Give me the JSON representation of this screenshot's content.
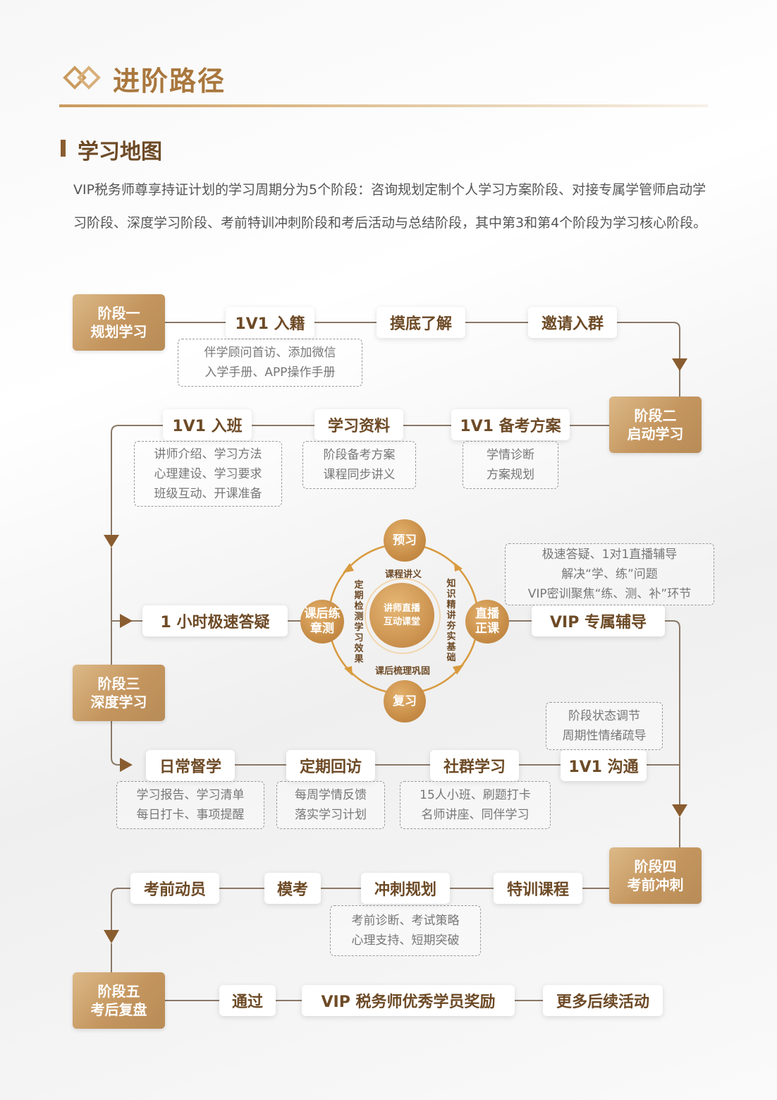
{
  "header": {
    "title": "进阶路径"
  },
  "section": {
    "title": "学习地图",
    "intro": "VIP税务师尊享持证计划的学习周期分为5个阶段：咨询规划定制个人学习方案阶段、对接专属学管师启动学习阶段、深度学习阶段、考前特训冲刺阶段和考后活动与总结阶段，其中第3和第4个阶段为学习核心阶段。"
  },
  "stages": {
    "s1": {
      "line1": "阶段一",
      "line2": "规划学习"
    },
    "s2": {
      "line1": "阶段二",
      "line2": "启动学习"
    },
    "s3": {
      "line1": "阶段三",
      "line2": "深度学习"
    },
    "s4": {
      "line1": "阶段四",
      "line2": "考前冲刺"
    },
    "s5": {
      "line1": "阶段五",
      "line2": "考后复盘"
    }
  },
  "row1": {
    "p1": "1V1 入籍",
    "p2": "摸底了解",
    "p3": "邀请入群",
    "note1": [
      "伴学顾问首访、添加微信",
      "入学手册、APP操作手册"
    ]
  },
  "row2": {
    "p1": "1V1 入班",
    "p2": "学习资料",
    "p3": "1V1 备考方案",
    "note1": [
      "讲师介绍、学习方法",
      "心理建设、学习要求",
      "班级互动、开课准备"
    ],
    "note2": [
      "阶段备考方案",
      "课程同步讲义"
    ],
    "note3": [
      "学情诊断",
      "方案规划"
    ]
  },
  "cycle": {
    "top": "预习",
    "bottom": "复习",
    "left": [
      "课后练",
      "章测"
    ],
    "right": [
      "直播",
      "正课"
    ],
    "center": [
      "讲师直播",
      "互动课堂"
    ],
    "label_top": "课程讲义",
    "label_bottom": "课后梳理巩固",
    "label_left": "定期检测学习效果",
    "label_right": "知识精讲夯实基础"
  },
  "row3": {
    "left_pill": "1 小时极速答疑",
    "right_pill": "VIP 专属辅导",
    "note_right": [
      "极速答疑、1对1直播辅导",
      "解决“学、练”问题",
      "VIP密训聚焦“练、测、补”环节"
    ]
  },
  "row4": {
    "p1": "日常督学",
    "p2": "定期回访",
    "p3": "社群学习",
    "p4": "1V1 沟通",
    "note1": [
      "学习报告、学习清单",
      "每日打卡、事项提醒"
    ],
    "note2": [
      "每周学情反馈",
      "落实学习计划"
    ],
    "note3": [
      "15人小班、刷题打卡",
      "名师讲座、同伴学习"
    ],
    "note4": [
      "阶段状态调节",
      "周期性情绪疏导"
    ]
  },
  "row5": {
    "p1": "考前动员",
    "p2": "模考",
    "p3": "冲刺规划",
    "p4": "特训课程",
    "note1": [
      "考前诊断、考试策略",
      "心理支持、短期突破"
    ]
  },
  "row6": {
    "p1": "通过",
    "p2": "VIP 税务师优秀学员奖励",
    "p3": "更多后续活动"
  },
  "colors": {
    "brand": "#a9773d",
    "stage_gradient_start": "#dcb987",
    "stage_gradient_end": "#b88c57",
    "line": "#8a7866",
    "pill_text": "#6d4a26",
    "cycle_ring": "#d89a3e"
  }
}
